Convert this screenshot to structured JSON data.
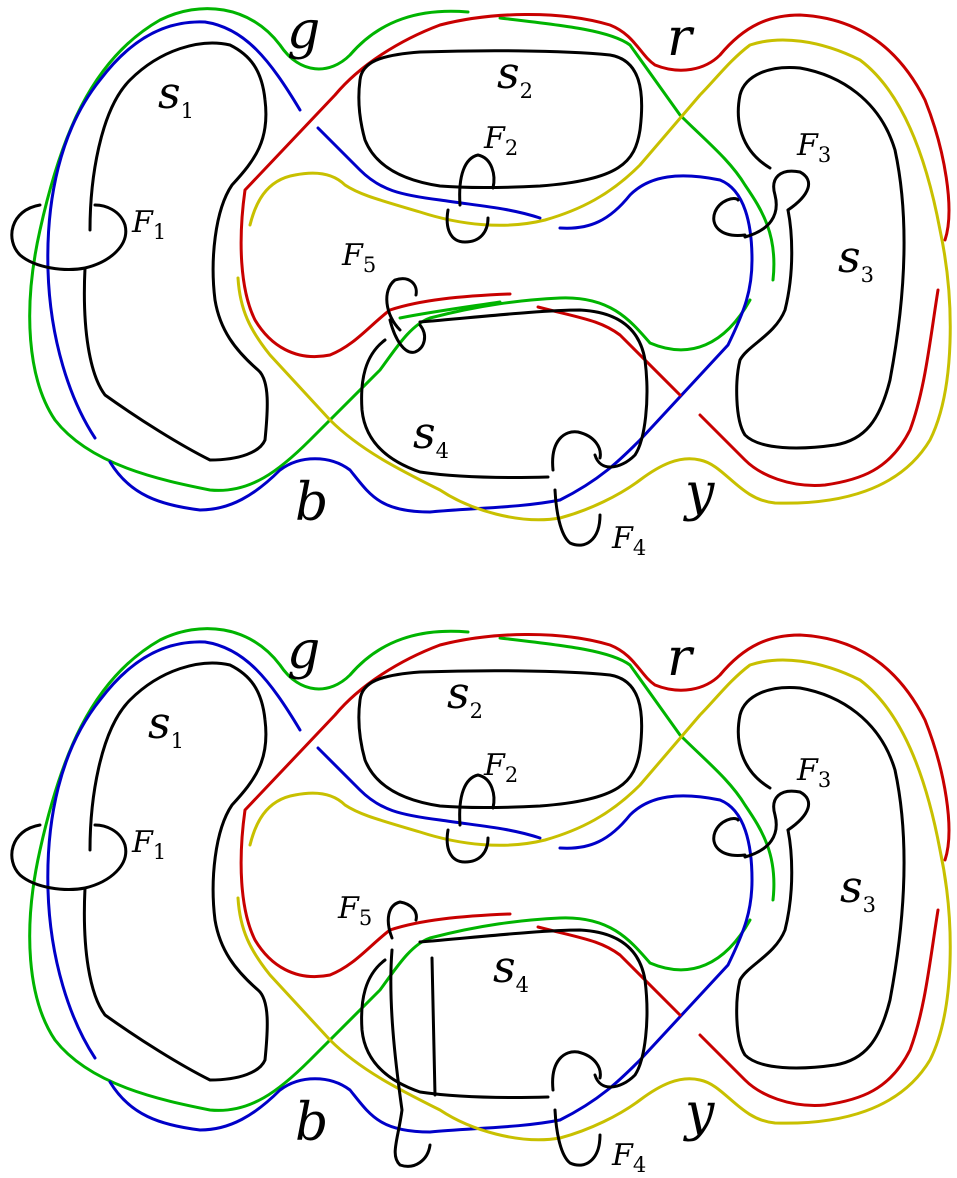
{
  "colors": {
    "black": "#000000",
    "green": "#00b400",
    "blue": "#0000c8",
    "red": "#c80000",
    "yellow": "#c8c000"
  },
  "panels": [
    {
      "strands": {
        "g": "g",
        "r": "r",
        "b": "b",
        "y": "y"
      },
      "surfaces": [
        {
          "base": "s",
          "sub": "1"
        },
        {
          "base": "s",
          "sub": "2"
        },
        {
          "base": "s",
          "sub": "3"
        },
        {
          "base": "s",
          "sub": "4"
        }
      ],
      "fibers": [
        {
          "base": "F",
          "sub": "1"
        },
        {
          "base": "F",
          "sub": "2"
        },
        {
          "base": "F",
          "sub": "3"
        },
        {
          "base": "F",
          "sub": "4"
        },
        {
          "base": "F",
          "sub": "5"
        }
      ]
    },
    {
      "strands": {
        "g": "g",
        "r": "r",
        "b": "b",
        "y": "y"
      },
      "surfaces": [
        {
          "base": "s",
          "sub": "1"
        },
        {
          "base": "s",
          "sub": "2"
        },
        {
          "base": "s",
          "sub": "3"
        },
        {
          "base": "s",
          "sub": "4"
        }
      ],
      "fibers": [
        {
          "base": "F",
          "sub": "1"
        },
        {
          "base": "F",
          "sub": "2"
        },
        {
          "base": "F",
          "sub": "3"
        },
        {
          "base": "F",
          "sub": "4"
        },
        {
          "base": "F",
          "sub": "5"
        }
      ]
    }
  ]
}
